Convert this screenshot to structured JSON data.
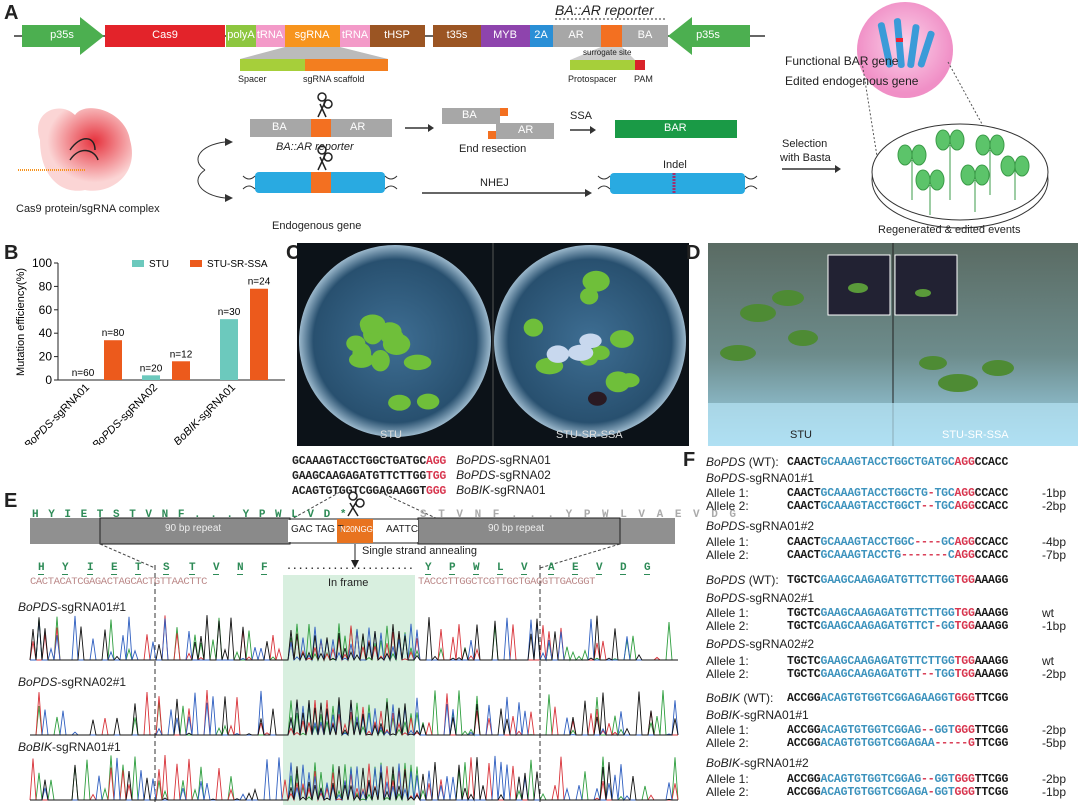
{
  "panels": {
    "A": "A",
    "B": "B",
    "C": "C",
    "D": "D",
    "E": "E",
    "F": "F"
  },
  "panel_a": {
    "construct": [
      "p35s",
      "Cas9",
      "polyA",
      "tRNA",
      "sgRNA",
      "tRNA",
      "tHSP",
      "t35s",
      "MYB",
      "2A",
      "AR",
      "BA",
      "p35s"
    ],
    "reporter_title": "BA::AR reporter",
    "spacer": "Spacer",
    "scaffold": "sgRNA scaffold",
    "surrogate": "surrogate site",
    "protospacer": "Protospacer",
    "pam": "PAM",
    "functional_bar": "Functional BAR gene",
    "edited_gene": "Edited endogenous gene",
    "complex_label": "Cas9 protein/sgRNA complex",
    "rep_ba": "BA",
    "rep_ar": "AR",
    "reporter_label": "BA::AR reporter",
    "resect_ba": "BA",
    "resect_ar": "AR",
    "end_resection": "End resection",
    "ssa": "SSA",
    "bar": "BAR",
    "selection1": "Selection",
    "selection2": "with Basta",
    "endogenous": "Endogenous gene",
    "nhej": "NHEJ",
    "indel": "Indel",
    "regenerated": "Regenerated & edited events"
  },
  "chart_data": {
    "type": "bar",
    "title": "",
    "ylabel": "Mutation efficiency(%)",
    "ylim": [
      0,
      100
    ],
    "yticks": [
      "0",
      "20",
      "40",
      "60",
      "80",
      "100"
    ],
    "categories": [
      {
        "gene": "BoPDS",
        "suffix": "-sgRNA01"
      },
      {
        "gene": "BoPDS",
        "suffix": "-sgRNA02"
      },
      {
        "gene": "BoBIK",
        "suffix": "-sgRNA01"
      }
    ],
    "series": [
      {
        "name": "STU",
        "color": "#6cc9bd",
        "values": [
          0,
          4,
          52
        ],
        "n": [
          "n=60",
          "n=20",
          "n=30"
        ]
      },
      {
        "name": "STU-SR-SSA",
        "color": "#ec5a1c",
        "values": [
          34,
          16,
          78
        ],
        "n": [
          "n=80",
          "n=12",
          "n=24"
        ]
      }
    ],
    "legend": "top-right"
  },
  "panel_c": {
    "left": "STU",
    "right": "STU-SR-SSA"
  },
  "panel_d": {
    "left": "STU",
    "right": "STU-SR-SSA"
  },
  "targets": [
    {
      "seq": "GCAAAGTACCTGGCTGATGC",
      "pam": "AGG",
      "gene": "BoPDS",
      "suffix": "-sgRNA01"
    },
    {
      "seq": "GAAGCAAGAGATGTTCTTGG",
      "pam": "TGG",
      "gene": "BoPDS",
      "suffix": "-sgRNA02"
    },
    {
      "seq": "ACAGTGTGGTCGGAGAAGGT",
      "pam": "GGG",
      "gene": "BoBIK",
      "suffix": "-sgRNA01"
    }
  ],
  "panel_e": {
    "aa_left": "H Y I E T S T V N F . . . Y P W L V D *",
    "aa_right": "S T V N F . . . Y P W L V A E V D G",
    "repeat": "90 bp repeat",
    "gac": "GAC TAG T",
    "site": "N20NGG",
    "aattc": "AATTC",
    "ssa": "Single strand annealing",
    "aa_bottom": [
      "H",
      "Y",
      "I",
      "E",
      "T",
      "S",
      "T",
      "V",
      "N",
      "F",
      "Y",
      "P",
      "W",
      "L",
      "V",
      "A",
      "E",
      "V",
      "D",
      "G"
    ],
    "dots": "......................",
    "dna_left": "CACTACATCGAGACTAGCACTGTTAACTTC",
    "dna_right": "TACCCTTGGCTCGTTGCTGAGGTTGACGGT",
    "in_frame": "In frame",
    "traces": [
      {
        "gene": "BoPDS",
        "suffix": "-sgRNA01#1"
      },
      {
        "gene": "BoPDS",
        "suffix": "-sgRNA02#1"
      },
      {
        "gene": "BoBIK",
        "suffix": "-sgRNA01#1"
      }
    ]
  },
  "panel_f": {
    "lines": [
      {
        "kind": "wt",
        "gene": "BoPDS",
        "suffix": " (WT):",
        "seg": [
          [
            "CAACT",
            "k"
          ],
          [
            "GCAAAGTACCTGGCTGATGC",
            "b"
          ],
          [
            "AGG",
            "r"
          ],
          [
            "CCACC",
            "k"
          ]
        ]
      },
      {
        "kind": "head",
        "gene": "BoPDS",
        "suffix": "-sgRNA01#1"
      },
      {
        "kind": "allele",
        "label": "Allele 1:",
        "seg": [
          [
            "CAACT",
            "k"
          ],
          [
            "GCAAAGTACCTGGCTG",
            "b"
          ],
          [
            "-",
            "r"
          ],
          [
            "TGC",
            "b"
          ],
          [
            "AGG",
            "r"
          ],
          [
            "CCACC",
            "k"
          ]
        ],
        "result": "-1bp"
      },
      {
        "kind": "allele",
        "label": "Allele 2:",
        "seg": [
          [
            "CAACT",
            "k"
          ],
          [
            "GCAAAGTACCTGGCT",
            "b"
          ],
          [
            "--",
            "r"
          ],
          [
            "TGC",
            "b"
          ],
          [
            "AGG",
            "r"
          ],
          [
            "CCACC",
            "k"
          ]
        ],
        "result": "-2bp"
      },
      {
        "kind": "head",
        "gene": "BoPDS",
        "suffix": "-sgRNA01#2"
      },
      {
        "kind": "allele",
        "label": "Allele 1:",
        "seg": [
          [
            "CAACT",
            "k"
          ],
          [
            "GCAAAGTACCTGGC",
            "b"
          ],
          [
            "----",
            "r"
          ],
          [
            "GC",
            "b"
          ],
          [
            "AGG",
            "r"
          ],
          [
            "CCACC",
            "k"
          ]
        ],
        "result": "-4bp"
      },
      {
        "kind": "allele",
        "label": "Allele 2:",
        "seg": [
          [
            "CAACT",
            "k"
          ],
          [
            "GCAAAGTACCTG",
            "b"
          ],
          [
            "-------",
            "r"
          ],
          [
            "C",
            "b"
          ],
          [
            "AGG",
            "r"
          ],
          [
            "CCACC",
            "k"
          ]
        ],
        "result": "-7bp"
      },
      {
        "kind": "wt",
        "gene": "BoPDS",
        "suffix": " (WT):",
        "seg": [
          [
            "TGCTC",
            "k"
          ],
          [
            "GAAGCAAGAGATGTTCTTGG",
            "b"
          ],
          [
            "TGG",
            "r"
          ],
          [
            "AAAGG",
            "k"
          ]
        ]
      },
      {
        "kind": "head",
        "gene": "BoPDS",
        "suffix": "-sgRNA02#1"
      },
      {
        "kind": "allele",
        "label": "Allele 1:",
        "seg": [
          [
            "TGCTC",
            "k"
          ],
          [
            "GAAGCAAGAGATGTTCTTGG",
            "b"
          ],
          [
            "TGG",
            "r"
          ],
          [
            "AAAGG",
            "k"
          ]
        ],
        "result": "wt"
      },
      {
        "kind": "allele",
        "label": "Allele 2:",
        "seg": [
          [
            "TGCTC",
            "k"
          ],
          [
            "GAAGCAAGAGATGTTCT",
            "b"
          ],
          [
            "-",
            "r"
          ],
          [
            "GG",
            "b"
          ],
          [
            "TGG",
            "r"
          ],
          [
            "AAAGG",
            "k"
          ]
        ],
        "result": "-1bp"
      },
      {
        "kind": "head",
        "gene": "BoPDS",
        "suffix": "-sgRNA02#2"
      },
      {
        "kind": "allele",
        "label": "Allele 1:",
        "seg": [
          [
            "TGCTC",
            "k"
          ],
          [
            "GAAGCAAGAGATGTTCTTGG",
            "b"
          ],
          [
            "TGG",
            "r"
          ],
          [
            "AAAGG",
            "k"
          ]
        ],
        "result": "wt"
      },
      {
        "kind": "allele",
        "label": "Allele 2:",
        "seg": [
          [
            "TGCTC",
            "k"
          ],
          [
            "GAAGCAAGAGATGTT",
            "b"
          ],
          [
            "--",
            "r"
          ],
          [
            "TGG",
            "b"
          ],
          [
            "TGG",
            "r"
          ],
          [
            "AAAGG",
            "k"
          ]
        ],
        "result": "-2bp"
      },
      {
        "kind": "wt",
        "gene": "BoBIK",
        "suffix": " (WT):",
        "seg": [
          [
            "ACCGG",
            "k"
          ],
          [
            "ACAGTGTGGTCGGAGAAGGT",
            "b"
          ],
          [
            "GGG",
            "r"
          ],
          [
            "TTCGG",
            "k"
          ]
        ]
      },
      {
        "kind": "head",
        "gene": "BoBIK",
        "suffix": "-sgRNA01#1"
      },
      {
        "kind": "allele",
        "label": "Allele 1:",
        "seg": [
          [
            "ACCGG",
            "k"
          ],
          [
            "ACAGTGTGGTCGGAG",
            "b"
          ],
          [
            "--",
            "r"
          ],
          [
            "GGT",
            "b"
          ],
          [
            "GGG",
            "r"
          ],
          [
            "TTCGG",
            "k"
          ]
        ],
        "result": "-2bp"
      },
      {
        "kind": "allele",
        "label": "Allele 2:",
        "seg": [
          [
            "ACCGG",
            "k"
          ],
          [
            "ACAGTGTGGTCGGAGAA",
            "b"
          ],
          [
            "-----",
            "r"
          ],
          [
            "G",
            "r"
          ],
          [
            "TTCGG",
            "k"
          ]
        ],
        "result": "-5bp"
      },
      {
        "kind": "head",
        "gene": "BoBIK",
        "suffix": "-sgRNA01#2"
      },
      {
        "kind": "allele",
        "label": "Allele 1:",
        "seg": [
          [
            "ACCGG",
            "k"
          ],
          [
            "ACAGTGTGGTCGGAG",
            "b"
          ],
          [
            "--",
            "r"
          ],
          [
            "GGT",
            "b"
          ],
          [
            "GGG",
            "r"
          ],
          [
            "TTCGG",
            "k"
          ]
        ],
        "result": "-2bp"
      },
      {
        "kind": "allele",
        "label": "Allele 2:",
        "seg": [
          [
            "ACCGG",
            "k"
          ],
          [
            "ACAGTGTGGTCGGAGA",
            "b"
          ],
          [
            "-",
            "r"
          ],
          [
            "GGT",
            "b"
          ],
          [
            "GGG",
            "r"
          ],
          [
            "TTCGG",
            "k"
          ]
        ],
        "result": "-1bp"
      }
    ]
  }
}
